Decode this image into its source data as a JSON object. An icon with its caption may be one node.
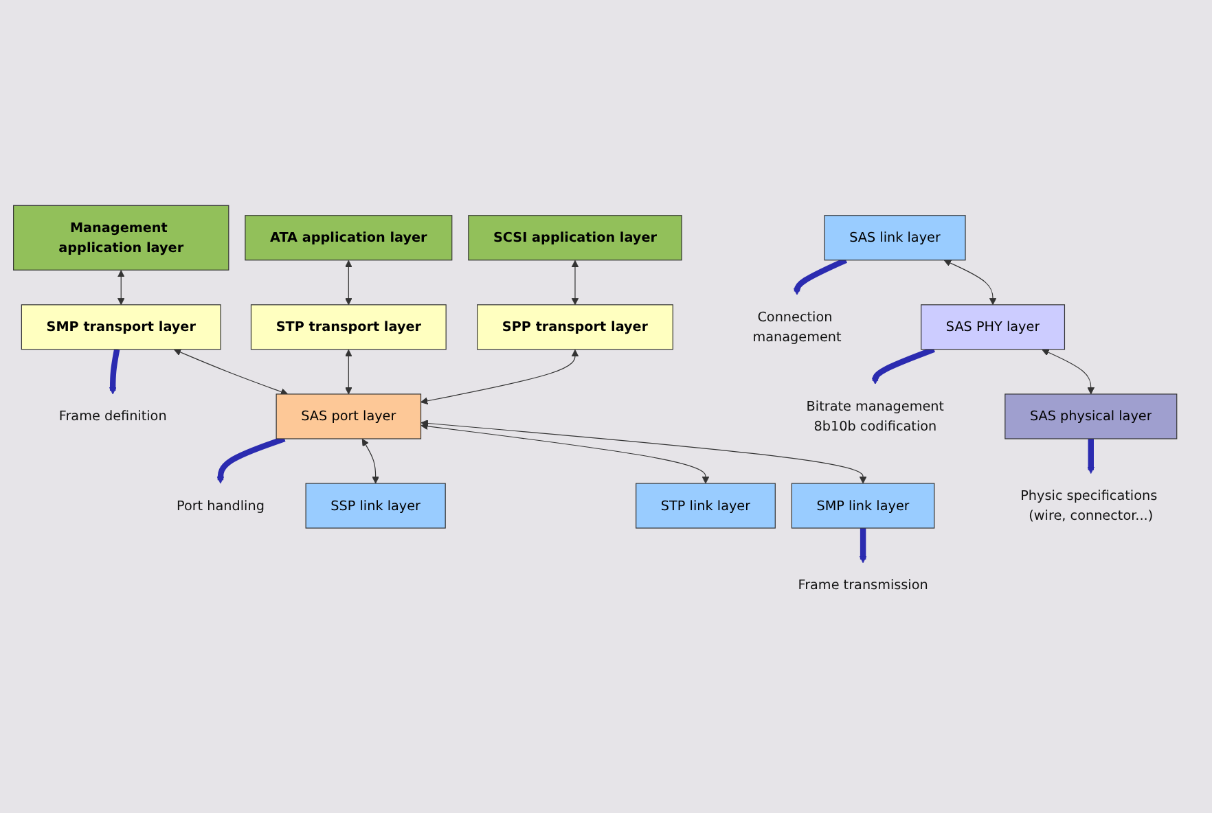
{
  "diagram": {
    "nodes": [
      {
        "text": [
          "SCSI application layer"
        ]
      },
      {
        "text": [
          "ATA application layer"
        ]
      },
      {
        "text": [
          "Management application layer"
        ]
      },
      {
        "text": [
          "SPP transport layer"
        ]
      },
      {
        "text": [
          "STP transport layer"
        ]
      },
      {
        "text": [
          "SMP transport layer"
        ]
      },
      {
        "text": [
          "Frame definition"
        ]
      },
      {
        "text": [
          "SAS port layer"
        ]
      },
      {
        "text": [
          "Port handling"
        ]
      },
      {
        "text": [
          "SSP link layer"
        ]
      },
      {
        "text": [
          "STP link layer"
        ]
      },
      {
        "text": [
          "SMP link layer"
        ]
      },
      {
        "text": [
          "Frame transmission"
        ]
      },
      {
        "text": [
          "SAS link layer"
        ]
      },
      {
        "text": [
          "Connection management"
        ]
      },
      {
        "text": [
          "SAS PHY layer"
        ]
      },
      {
        "text": [
          "Bitrate management",
          "8b10b codification"
        ]
      },
      {
        "text": [
          "SAS physical layer"
        ]
      },
      {
        "text": [
          "Physic specifications (wire, connector...)"
        ]
      }
    ],
    "edges": [
      {
        "from": 0,
        "to": 3,
        "arrow": "both"
      },
      {
        "from": 1,
        "to": 4,
        "arrow": "both"
      },
      {
        "from": 2,
        "to": 5,
        "arrow": "both"
      },
      {
        "from": 3,
        "to": 7,
        "arrow": "both"
      },
      {
        "from": 4,
        "to": 7,
        "arrow": "both"
      },
      {
        "from": 5,
        "to": 7,
        "arrow": "both"
      },
      {
        "from": 7,
        "to": 9,
        "arrow": "both"
      },
      {
        "from": 7,
        "to": 10,
        "arrow": "both"
      },
      {
        "from": 7,
        "to": 11,
        "arrow": "both"
      },
      {
        "from": 13,
        "to": 15,
        "arrow": "both"
      },
      {
        "from": 15,
        "to": 17,
        "arrow": "both"
      },
      {
        "from": 5,
        "to": 6,
        "arrow": "to",
        "style": "thick",
        "color": "#2b2bb0"
      },
      {
        "from": 7,
        "to": 8,
        "arrow": "to",
        "style": "thick",
        "color": "#2b2bb0"
      },
      {
        "from": 11,
        "to": 12,
        "arrow": "to",
        "style": "thick",
        "color": "#2b2bb0"
      },
      {
        "from": 13,
        "to": 14,
        "arrow": "to",
        "style": "thick",
        "color": "#2b2bb0"
      },
      {
        "from": 15,
        "to": 16,
        "arrow": "to",
        "style": "thick",
        "color": "#2b2bb0"
      },
      {
        "from": 17,
        "to": 18,
        "arrow": "to",
        "style": "thick",
        "color": "#2b2bb0"
      }
    ]
  }
}
